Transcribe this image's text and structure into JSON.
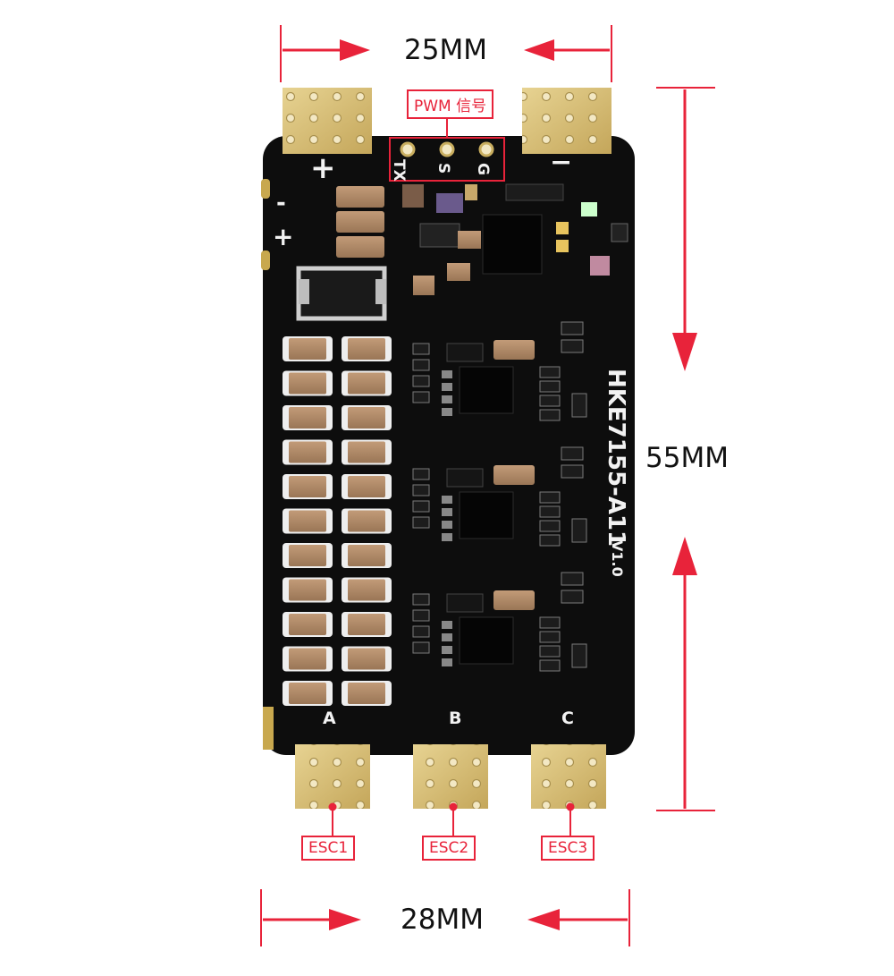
{
  "dimensions": {
    "top_width": "25MM",
    "height": "55MM",
    "bottom_width": "28MM"
  },
  "callouts": {
    "pwm_signal": "PWM 信号",
    "esc1": "ESC1",
    "esc2": "ESC2",
    "esc3": "ESC3"
  },
  "board": {
    "model": "HKE7155-A11",
    "version": "V1.0",
    "signal_pins": [
      "TX",
      "S",
      "G"
    ],
    "plus_top": "+",
    "minus_top": "−",
    "minus_left": "-",
    "plus_left": "+",
    "phase_labels": [
      "A",
      "B",
      "C"
    ]
  },
  "colors": {
    "arrow": "#e8233a",
    "pcb": "#0d0d0d",
    "pad": "#d8c07a",
    "capacitor": "#b08a6a",
    "text": "#111111"
  }
}
